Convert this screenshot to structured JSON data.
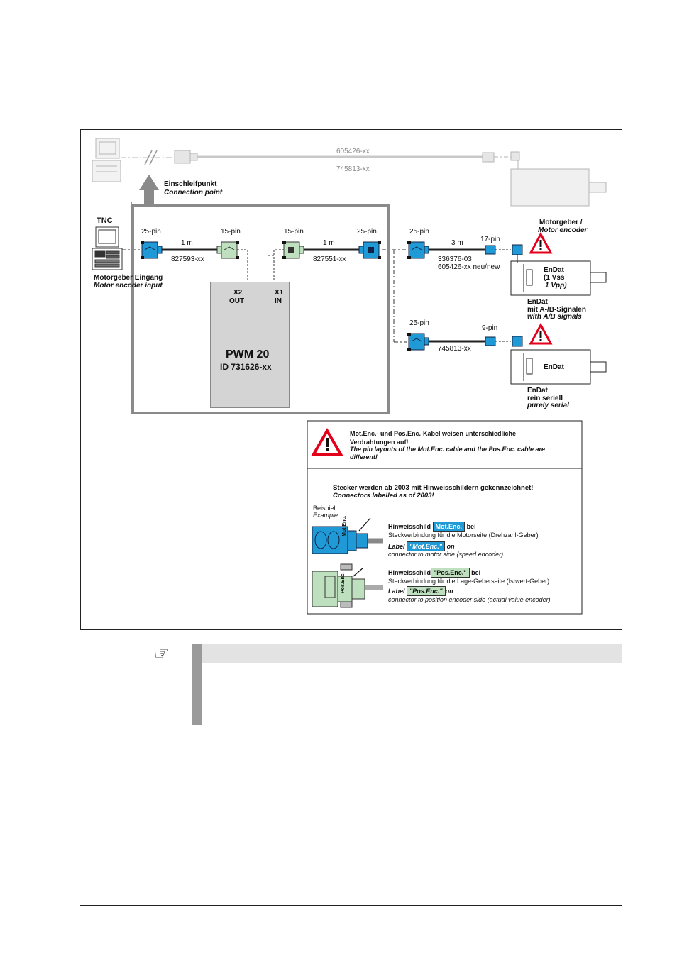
{
  "top": {
    "cable_a": "605426-xx",
    "cable_b": "745813-xx",
    "connection_de": "Einschleifpunkt",
    "connection_en": "Connection point"
  },
  "tnc": {
    "title": "TNC",
    "input_de": "Motorgeber Eingang",
    "input_en": "Motor encoder input"
  },
  "cables": {
    "tnc_pins": "25-pin",
    "tnc_len": "1 m",
    "tnc_id": "827593-xx",
    "out_pins": "15-pin",
    "in_pins": "15-pin",
    "in_len": "1 m",
    "in_id": "827551-xx",
    "in_far_pins": "25-pin",
    "motor_pins": "25-pin",
    "motor_len": "3 m",
    "motor_id1": "336376-03",
    "motor_id2": "605426-xx neu/new",
    "motor_enc_pins": "17-pin",
    "serial_pins": "25-pin",
    "serial_id": "745813-xx",
    "serial_enc_pins": "9-pin"
  },
  "pwm": {
    "x2": "X2",
    "out": "OUT",
    "x1": "X1",
    "in": "IN",
    "name": "PWM 20",
    "id": "ID 731626-xx"
  },
  "motor1": {
    "header_de": "Motorgeber /",
    "header_en": "Motor encoder",
    "endat": "EnDat",
    "vss": "(1 Vss",
    "vpp": "1 Vpp)",
    "caption1": "EnDat",
    "caption2": "mit A-/B-Signalen",
    "caption3": "with A/B signals"
  },
  "motor2": {
    "endat": "EnDat",
    "caption1": "EnDat",
    "caption2": "rein seriell",
    "caption3": "purely serial"
  },
  "warning": {
    "line1_de": "Mot.Enc.- und Pos.Enc.-Kabel weisen unterschiedliche",
    "line2_de": "Verdrahtungen auf!",
    "line1_en": "The pin layouts of the Mot.Enc. cable and the Pos.Enc. cable are",
    "line2_en": "different!"
  },
  "labels": {
    "title_de": "Stecker werden ab 2003 mit Hinweisschildern gekennzeichnet!",
    "title_en": "Connectors labelled as of 2003!",
    "example_de": "Beispiel:",
    "example_en": "Example:",
    "mot_prefix": "Hinweisschild",
    "mot_tag": "Mot.Enc.",
    "mot_suffix": "bei",
    "mot_desc_de": "Steckverbindung für die Motorseite (Drehzahl-Geber)",
    "mot_label_prefix": "Label",
    "mot_tag_q": "\"Mot.Enc.\"",
    "mot_label_suffix": "on",
    "mot_desc_en": "connector to motor side (speed encoder)",
    "pos_prefix": "Hinweisschild",
    "pos_tag": "\"Pos.Enc.\"",
    "pos_suffix": "bei",
    "pos_desc_de": "Steckverbindung für die Lage-Geberseite (Istwert-Geber)",
    "pos_label_prefix": "Label",
    "pos_tag_q": "\"Pos.Enc.\"",
    "pos_label_suffix": "on",
    "pos_desc_en": "connector to position encoder side (actual value encoder)",
    "mot_plug_text": "Mot.Enc.",
    "pos_plug_text": "Pos.Enc."
  },
  "colors": {
    "connector_blue": "#1f9ad6",
    "connector_green": "#bfe0bf",
    "warning_red": "#e3001b",
    "frame_grey": "#8a8a8a"
  },
  "icons": [
    "pointing-hand-icon",
    "warning-icon"
  ]
}
